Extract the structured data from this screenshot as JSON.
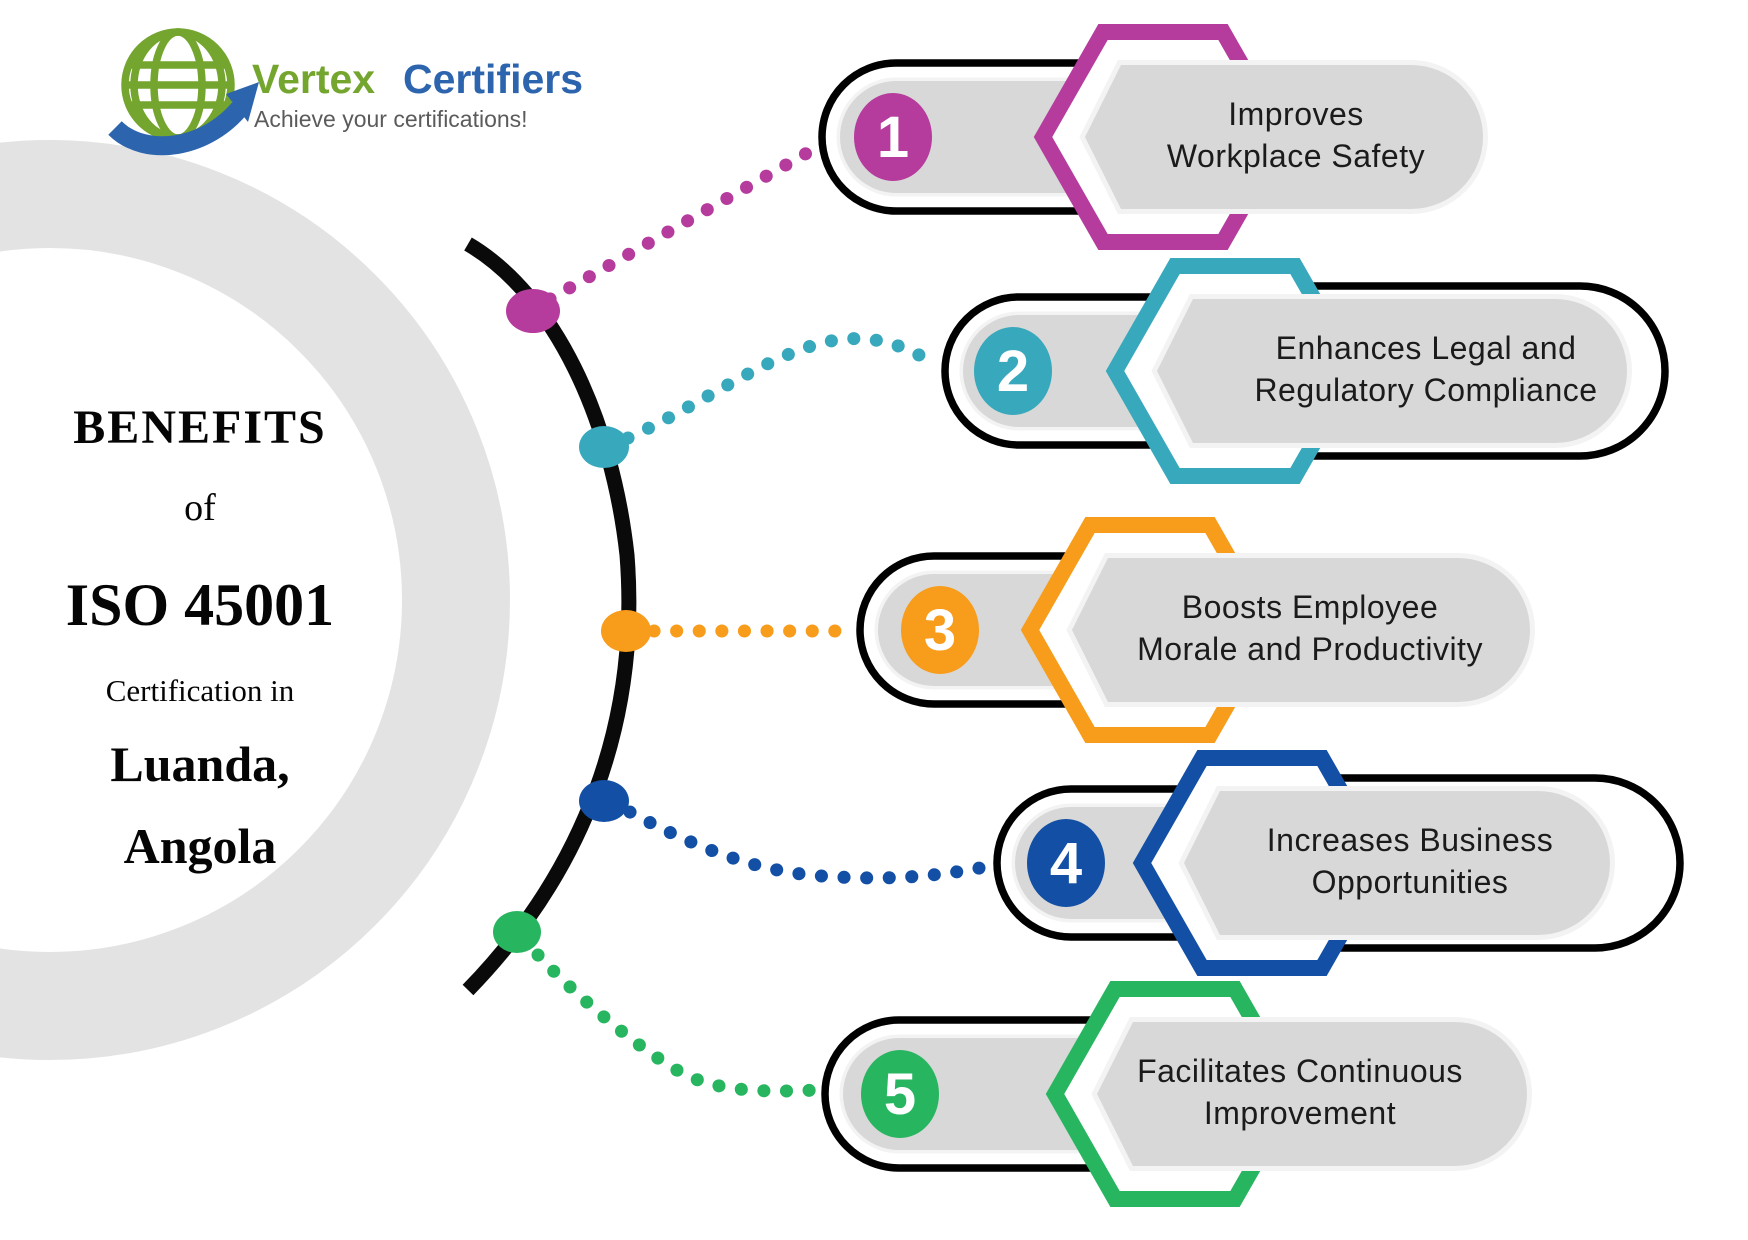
{
  "brand": {
    "name_part1": "Vertex",
    "name_part2": "Certifiers",
    "tagline": "Achieve your certifications!",
    "green": "#74a62f",
    "blue": "#2d64ae"
  },
  "title": {
    "line1": "BENEFITS",
    "line2": "of",
    "line3": "ISO 45001",
    "line4": "Certification in",
    "line5": "Luanda,",
    "line6": "Angola"
  },
  "items": [
    {
      "number": "1",
      "color": "#b53b9d",
      "line1": "Improves",
      "line2": "Workplace Safety"
    },
    {
      "number": "2",
      "color": "#38a8bc",
      "line1": "Enhances Legal and",
      "line2": "Regulatory Compliance"
    },
    {
      "number": "3",
      "color": "#f89c1b",
      "line1": "Boosts Employee",
      "line2": "Morale and Productivity"
    },
    {
      "number": "4",
      "color": "#1350a5",
      "line1": "Increases Business",
      "line2": "Opportunities"
    },
    {
      "number": "5",
      "color": "#27b560",
      "line1": "Facilitates Continuous",
      "line2": "Improvement"
    }
  ],
  "colors": {
    "gray_shape": "#d8d8d8",
    "halo": "#f3f3f3",
    "ring": "#e3e3e3",
    "arc": "#0a0a0a",
    "outline": "#000000",
    "text": "#1b1b1b"
  }
}
